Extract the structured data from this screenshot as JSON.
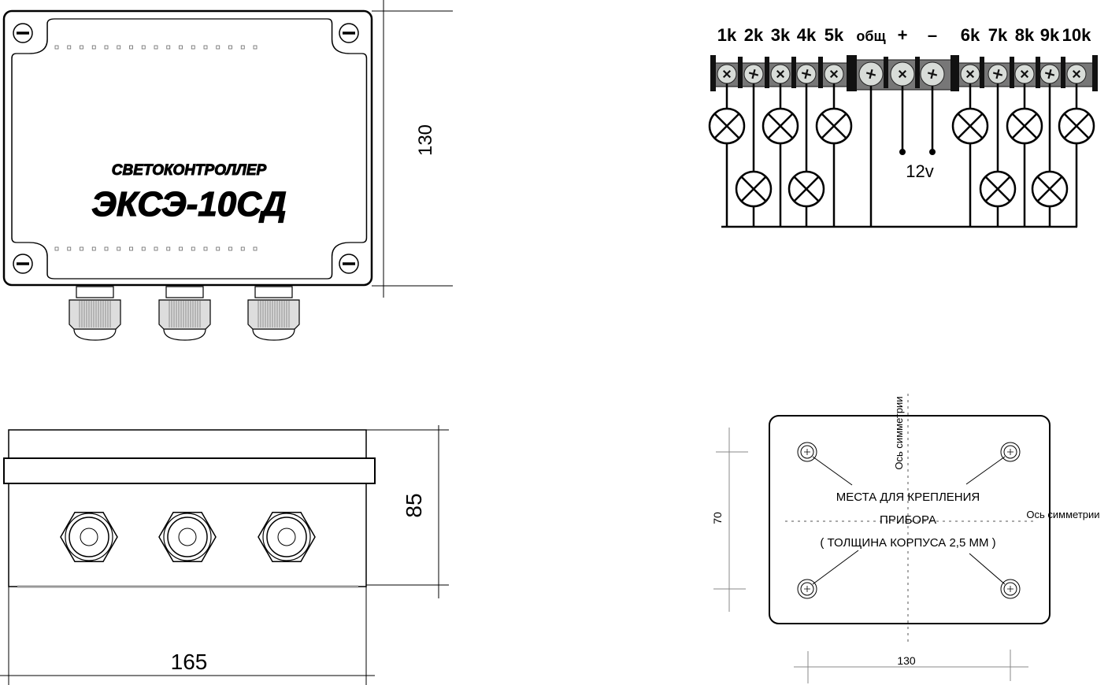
{
  "top_view": {
    "title_line1": "СВЕТОКОНТРОЛЛЕР",
    "title_line2": "ЭКСЭ-10СД",
    "height_dim": "130"
  },
  "side_view": {
    "height_dim": "85",
    "width_dim": "165"
  },
  "wiring": {
    "terminals": [
      {
        "label": "1k",
        "lamp": "top"
      },
      {
        "label": "2k",
        "lamp": "bottom"
      },
      {
        "label": "3k",
        "lamp": "top"
      },
      {
        "label": "4k",
        "lamp": "bottom"
      },
      {
        "label": "5k",
        "lamp": "top"
      },
      {
        "label": "общ",
        "lamp": "common"
      },
      {
        "label": "+",
        "lamp": "supply"
      },
      {
        "label": "–",
        "lamp": "supply"
      },
      {
        "label": "6k",
        "lamp": "top"
      },
      {
        "label": "7k",
        "lamp": "bottom"
      },
      {
        "label": "8k",
        "lamp": "top"
      },
      {
        "label": "9k",
        "lamp": "bottom"
      },
      {
        "label": "10k",
        "lamp": "top"
      }
    ],
    "supply_label": "12v"
  },
  "mounting": {
    "axis_label_vertical": "Ось симметрии",
    "axis_label_horizontal": "Ось симметрии",
    "note_line1": "МЕСТА ДЛЯ КРЕПЛЕНИЯ",
    "note_line2": "ПРИБОРА",
    "note_line3": "( ТОЛЩИНА КОРПУСА 2,5 ММ )",
    "height_dim": "70",
    "width_dim": "130"
  }
}
